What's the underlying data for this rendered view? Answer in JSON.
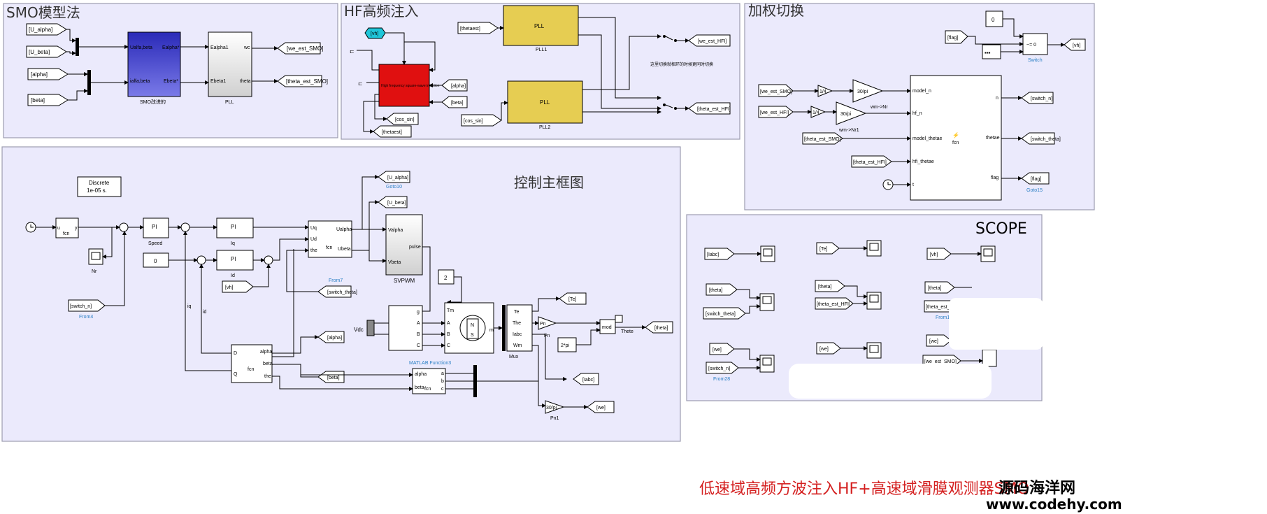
{
  "areas": {
    "smo": {
      "title": "SMO模型法"
    },
    "hf": {
      "title": "HF高频注入"
    },
    "weight": {
      "title": "加权切换"
    },
    "main": {
      "title": "控制主框图"
    },
    "scope": {
      "title": "SCOPE"
    }
  },
  "smo": {
    "tags": [
      "[U_alpha]",
      "[U_beta]",
      "[alpha]",
      "[beta]",
      "[we_est_SMO]",
      "[theta_est_SMO]"
    ],
    "smo_block": {
      "port_in1": "Ualfa,beta",
      "port_in2": "ialfa,beta",
      "port_out1": "Ealpha*",
      "port_out2": "Ebeta*",
      "caption": "SMO改进的"
    },
    "pll_block": {
      "port_in1": "Ealpha1",
      "port_in2": "Ebeta1",
      "port_out1": "wc",
      "port_out2": "theta",
      "caption": "PLL"
    }
  },
  "hf": {
    "vh": "[vh]",
    "red_block_text": "High frequency square-wave injection",
    "tags": [
      "[alpha]",
      "[beta]",
      "[cos_sin]",
      "[thetaest]",
      "[thetaest]",
      "[cos_sin]",
      "[we_est_HFI]",
      "[theta_est_HFI]"
    ],
    "pll1": {
      "label": "PLL",
      "caption": "PLL1"
    },
    "pll2": {
      "label": "PLL",
      "caption": "PLL2"
    },
    "note": "这里切换就相环的时候更同时切换"
  },
  "weight": {
    "const0": "0",
    "flag_tag": "[flag]",
    "switch_label": "Switch",
    "switch_symbol": "~= 0",
    "vh_tag": "[vh]",
    "in_tags": [
      "[we_est_SMO]",
      "[we_est_HFI]",
      "[theta_est_SMO]",
      "[theta_est_HFI]"
    ],
    "gain_quarter": "1/4",
    "gain_30pi": "30/pi",
    "wm_nr": "wm->Nr",
    "wm_nr1": "wm->Nr1",
    "fcn_ports_in": [
      "model_n",
      "hf_n",
      "model_thetae",
      "hfi_thetae",
      "t"
    ],
    "fcn_ports_out": [
      "n",
      "thetae",
      "flag"
    ],
    "fcn_caption": "fcn",
    "out_tags": [
      "[switch_n]",
      "[switch_theta]",
      "[flag]"
    ],
    "goto_label": "Goto15"
  },
  "main": {
    "discrete_line1": "Discrete",
    "discrete_line2": "1e-05 s.",
    "fcn1": {
      "in": "u",
      "out": "y",
      "caption": "fcn"
    },
    "nr_label": "Nr",
    "switch_n_tag": "[switch_n]",
    "from4": "From4",
    "pi_label": "PI",
    "speed_caption": "Speed",
    "iq_caption": "Iq",
    "id_caption": "Id",
    "zero_const": "0",
    "vh_tag": "[vh]",
    "park_inv": {
      "ports_in": [
        "Uq",
        "Ud",
        "the"
      ],
      "ports_out": [
        "Ualpha",
        "Ubeta"
      ],
      "caption": "fcn"
    },
    "tags_top": [
      "[U_alpha]",
      "[U_beta]"
    ],
    "goto10": "Goto10",
    "svpwm": {
      "in1": "Valpha",
      "in2": "Vbeta",
      "out": "pulse",
      "caption": "SVPWM"
    },
    "from7": "From7",
    "switch_theta_tag": "[switch_theta]",
    "const2": "2",
    "vdc_label": "Vdc",
    "inverter_ports": [
      "g",
      "A",
      "B",
      "C"
    ],
    "motor_ports": [
      "Tm",
      "A",
      "B",
      "C",
      "m"
    ],
    "motor_poles": [
      "N",
      "S"
    ],
    "mux_ports": [
      "Te",
      "The",
      "Iabc",
      "Wm"
    ],
    "mux_caption": "Mux",
    "te_tag": "[Te]",
    "pn_label": "Pn",
    "pn1_label": "Pn1",
    "two_pi": "2*pi",
    "mod_label": "mod",
    "thete_label": "Thete",
    "theta_tag": "[theta]",
    "iq_wire": "iq",
    "id_wire": "id",
    "park": {
      "ports_in": [
        "D",
        "Q"
      ],
      "ports_out": [
        "alpha",
        "beta",
        "the"
      ],
      "caption": "fcn"
    },
    "alpha_tag": "[alpha]",
    "beta_tag": "[beta]",
    "clarke": {
      "ports_in": [
        "alpha",
        "beta"
      ],
      "ports_out": [
        "a",
        "b",
        "c"
      ],
      "caption": "fcn",
      "title": "MATLAB Function3"
    },
    "iabc_tag": "[Iabc]",
    "gain30pi": "30/pi",
    "we_tag": "[we]"
  },
  "scope_area": {
    "tags": [
      "[Iabc]",
      "[Te]",
      "[vh]",
      "[theta]",
      "[switch_theta]",
      "[theta]",
      "[theta_est_HFI]",
      "[theta]",
      "[theta_est_",
      "[we]",
      "[switch_n]",
      "[we]",
      "[we]",
      "[we_est_SMO]"
    ],
    "from28": "From28",
    "from1": "From1"
  },
  "caption_red": "低速域高频方波注入HF+高速域滑膜观测器SMO",
  "watermark": {
    "line1": "源码海洋网",
    "line2": "www.codehy.com"
  }
}
